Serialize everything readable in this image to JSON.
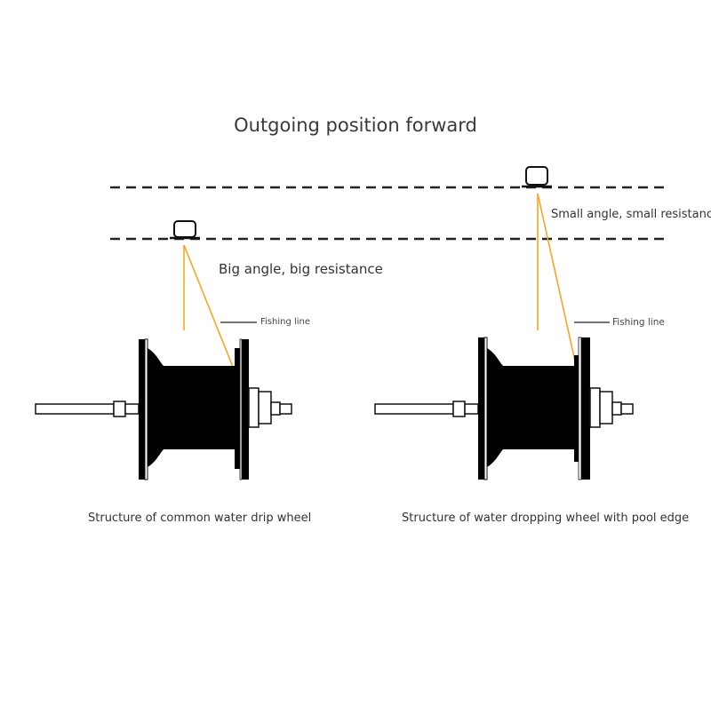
{
  "title": "Outgoing position forward",
  "annotations": {
    "left": "Big angle, big resistance",
    "right": "Small angle, small resistance"
  },
  "fishing_line_label": "Fishing line",
  "captions": {
    "left": "Structure of common water drip wheel",
    "right": "Structure of water dropping wheel with pool edge"
  },
  "colors": {
    "line": "#f5a623",
    "spool": "#000000",
    "text": "#333333"
  }
}
